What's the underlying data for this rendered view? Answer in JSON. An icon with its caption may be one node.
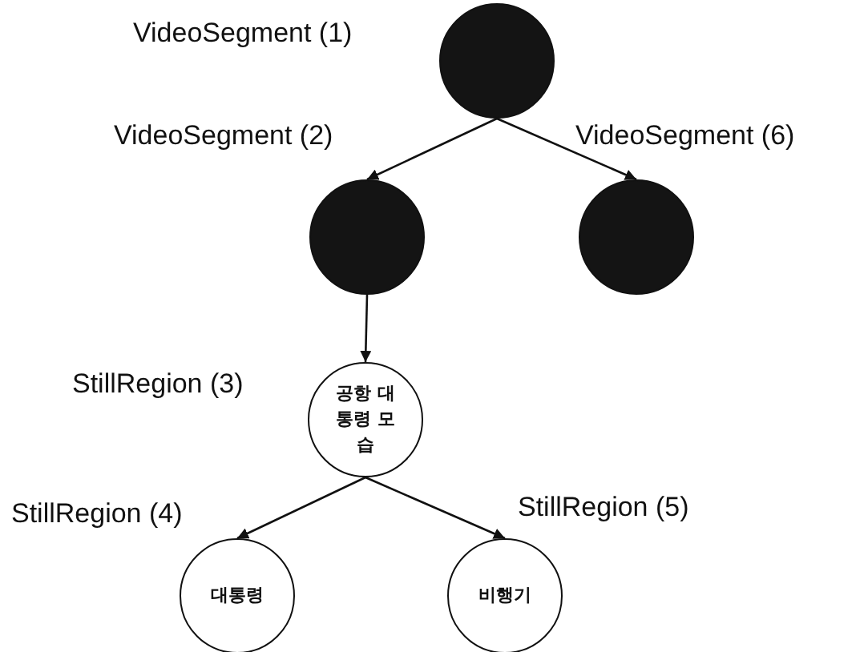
{
  "diagram": {
    "nodes": [
      {
        "text": [],
        "shape": "circle",
        "beside": [
          "VideoSegment (1)"
        ]
      },
      {
        "text": [],
        "shape": "circle",
        "beside": [
          "VideoSegment (2)"
        ]
      },
      {
        "text": [],
        "shape": "circle",
        "beside": [
          "VideoSegment (6)"
        ]
      },
      {
        "text": [
          "공항 대통령 모습"
        ],
        "beside": [
          "StillRegion (3)"
        ]
      },
      {
        "text": [
          "대통령"
        ],
        "beside": [
          "StillRegion (4)"
        ]
      },
      {
        "text": [
          "비행기"
        ],
        "beside": [
          "StillRegion (5)"
        ]
      }
    ],
    "edges": [
      {
        "from": 0,
        "to": 1,
        "arrow": "to"
      },
      {
        "from": 0,
        "to": 2,
        "arrow": "to"
      },
      {
        "from": 1,
        "to": 3,
        "arrow": "to"
      },
      {
        "from": 3,
        "to": 4,
        "arrow": "to"
      },
      {
        "from": 3,
        "to": 5,
        "arrow": "to"
      }
    ]
  }
}
